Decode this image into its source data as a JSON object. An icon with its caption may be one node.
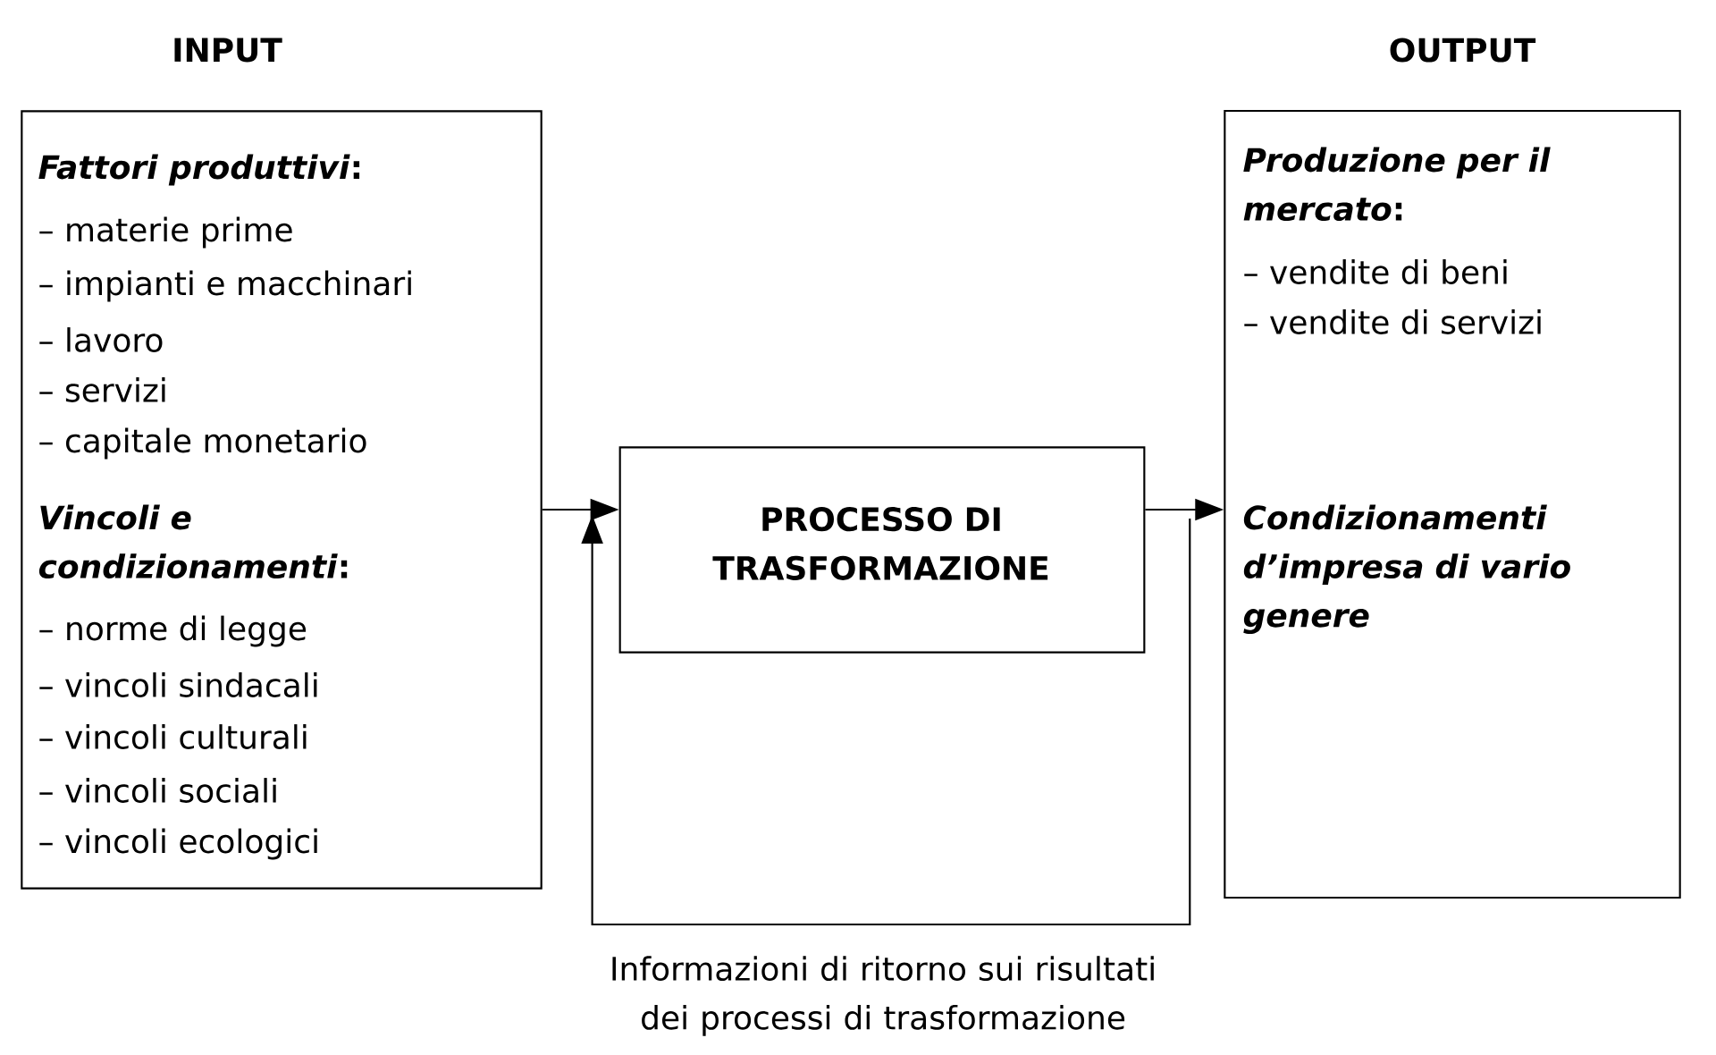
{
  "diagram": {
    "nodes": [
      {
        "text": [
          "INPUT",
          "*Fattori produttivi*:",
          "– materie prime",
          "– impianti e macchinari",
          "– lavoro",
          "– servizi",
          "– capitale monetario",
          "*Vincoli e condizionamenti*:",
          "– norme di legge",
          "– vincoli sindacali",
          "– vincoli culturali",
          "– vincoli sociali",
          "– vincoli ecologici"
        ]
      },
      {
        "text": [
          "PROCESSO DI TRASFORMAZIONE"
        ]
      },
      {
        "text": [
          "OUTPUT",
          "*Produzione per il mercato*:",
          "– vendite di beni",
          "– vendite di servizi",
          "Condizionamenti d’impresa di vario genere"
        ]
      }
    ],
    "edges": [
      {
        "from": 0,
        "to": 1,
        "arrow": "to"
      },
      {
        "from": 1,
        "to": 2,
        "arrow": "to"
      },
      {
        "from": 2,
        "to": 1,
        "arrow": "to",
        "label": "Informazioni di ritorno sui risultati dei processi di trasformazione"
      }
    ]
  }
}
